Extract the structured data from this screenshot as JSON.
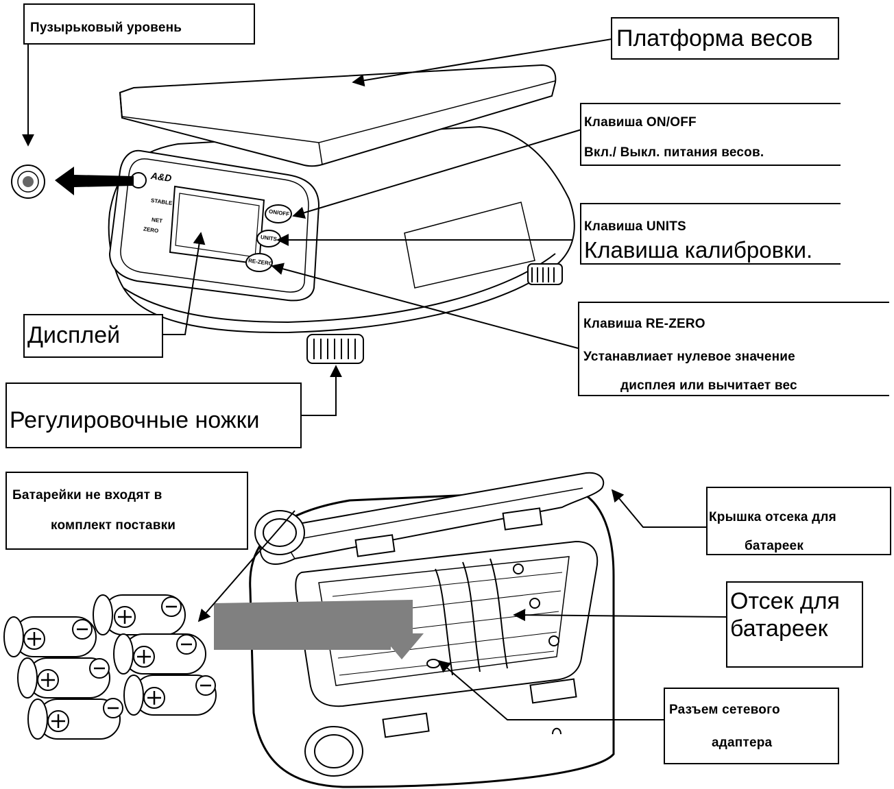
{
  "top_section": {
    "bubble_level": "Пузырьковый уровень",
    "platform": "Платформа весов",
    "onoff": {
      "title": "Клавиша ON/OFF",
      "desc": "Вкл./ Выкл. питания весов."
    },
    "units": {
      "title": "Клавиша UNITS",
      "desc": "Клавиша калибровки."
    },
    "rezero": {
      "title": "Клавиша RE-ZERO",
      "desc1": "Устанавлиает нулевое значение",
      "desc2": "дисплея или вычитает вес"
    },
    "display": "Дисплей",
    "feet": "Регулировочные ножки",
    "panel": {
      "logo": "A&D",
      "stable": "STABLE",
      "net": "NET",
      "zero": "ZERO",
      "btn_onoff": "ON/OFF",
      "btn_units": "UNITS",
      "btn_rezero": "RE-ZERO"
    }
  },
  "bottom_section": {
    "batteries_note": {
      "line1": "Батарейки не входят в",
      "line2": "комплект поставки"
    },
    "cover": {
      "line1": "Крышка отсека для",
      "line2": "батареек"
    },
    "compartment": {
      "line1": "Отсек для",
      "line2": "батареек"
    },
    "adapter": {
      "line1": "Разъем сетевого",
      "line2": "адаптера"
    }
  }
}
